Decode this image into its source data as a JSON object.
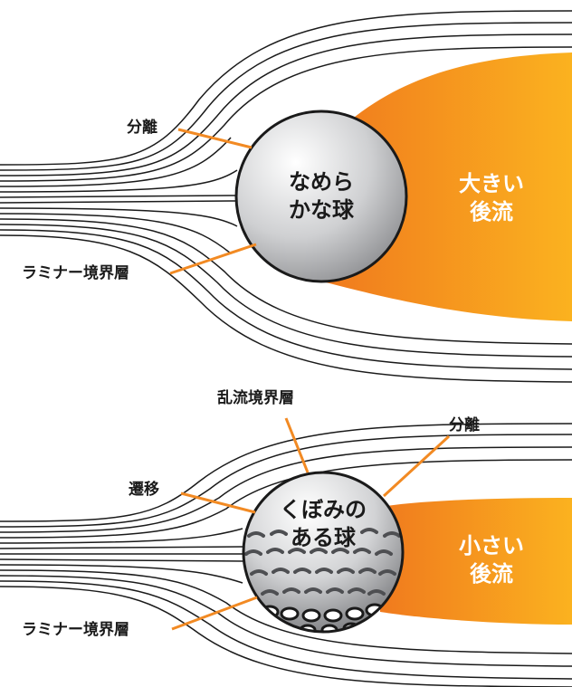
{
  "smooth": {
    "ball_line1": "なめら",
    "ball_line2": "かな球",
    "wake_line1": "大きい",
    "wake_line2": "後流",
    "separation_label": "分離",
    "laminar_label": "ラミナー境界層"
  },
  "dimpled": {
    "ball_line1": "くぼみの",
    "ball_line2": "ある球",
    "wake_line1": "小さい",
    "wake_line2": "後流",
    "turbulent_label": "乱流境界層",
    "separation_label": "分離",
    "transition_label": "遷移",
    "laminar_label": "ラミナー境界層"
  },
  "colors": {
    "wake_start": "#f07a1e",
    "wake_end": "#fbb21f",
    "leader": "#f28a23",
    "streamline": "#1a1a1a"
  }
}
